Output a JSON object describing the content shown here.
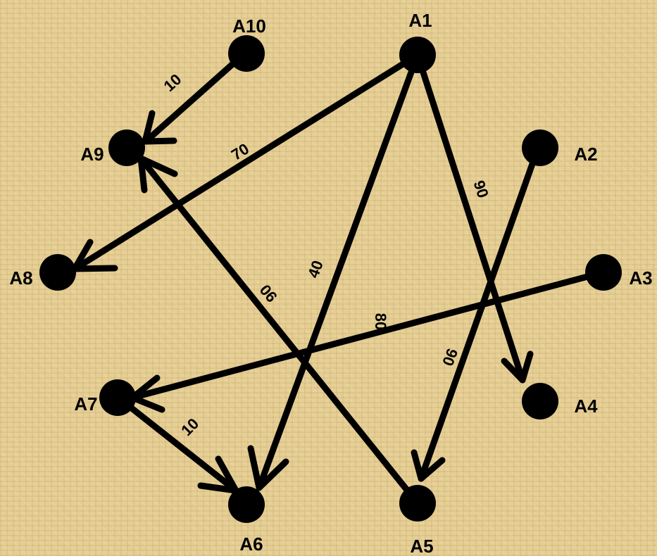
{
  "diagram": {
    "nodes": [
      {
        "id": "A1",
        "label": "A1"
      },
      {
        "id": "A2",
        "label": "A2"
      },
      {
        "id": "A3",
        "label": "A3"
      },
      {
        "id": "A4",
        "label": "A4"
      },
      {
        "id": "A5",
        "label": "A5"
      },
      {
        "id": "A6",
        "label": "A6"
      },
      {
        "id": "A7",
        "label": "A7"
      },
      {
        "id": "A8",
        "label": "A8"
      },
      {
        "id": "A9",
        "label": "A9"
      },
      {
        "id": "A10",
        "label": "A10"
      }
    ],
    "edges": [
      {
        "from": "A10",
        "to": "A9",
        "label": "10"
      },
      {
        "from": "A1",
        "to": "A8",
        "label": "70"
      },
      {
        "from": "A1",
        "to": "A6",
        "label": "40"
      },
      {
        "from": "A1",
        "to": "A4",
        "label": "90"
      },
      {
        "from": "A2",
        "to": "A5",
        "label": "90"
      },
      {
        "from": "A3",
        "to": "A7",
        "label": "80"
      },
      {
        "from": "A5",
        "to": "A9",
        "label": "90"
      },
      {
        "from": "A7",
        "to": "A6",
        "label": "10"
      }
    ],
    "colors": {
      "node": "#000000",
      "edge": "#000000",
      "background": "#e6cf95"
    }
  }
}
